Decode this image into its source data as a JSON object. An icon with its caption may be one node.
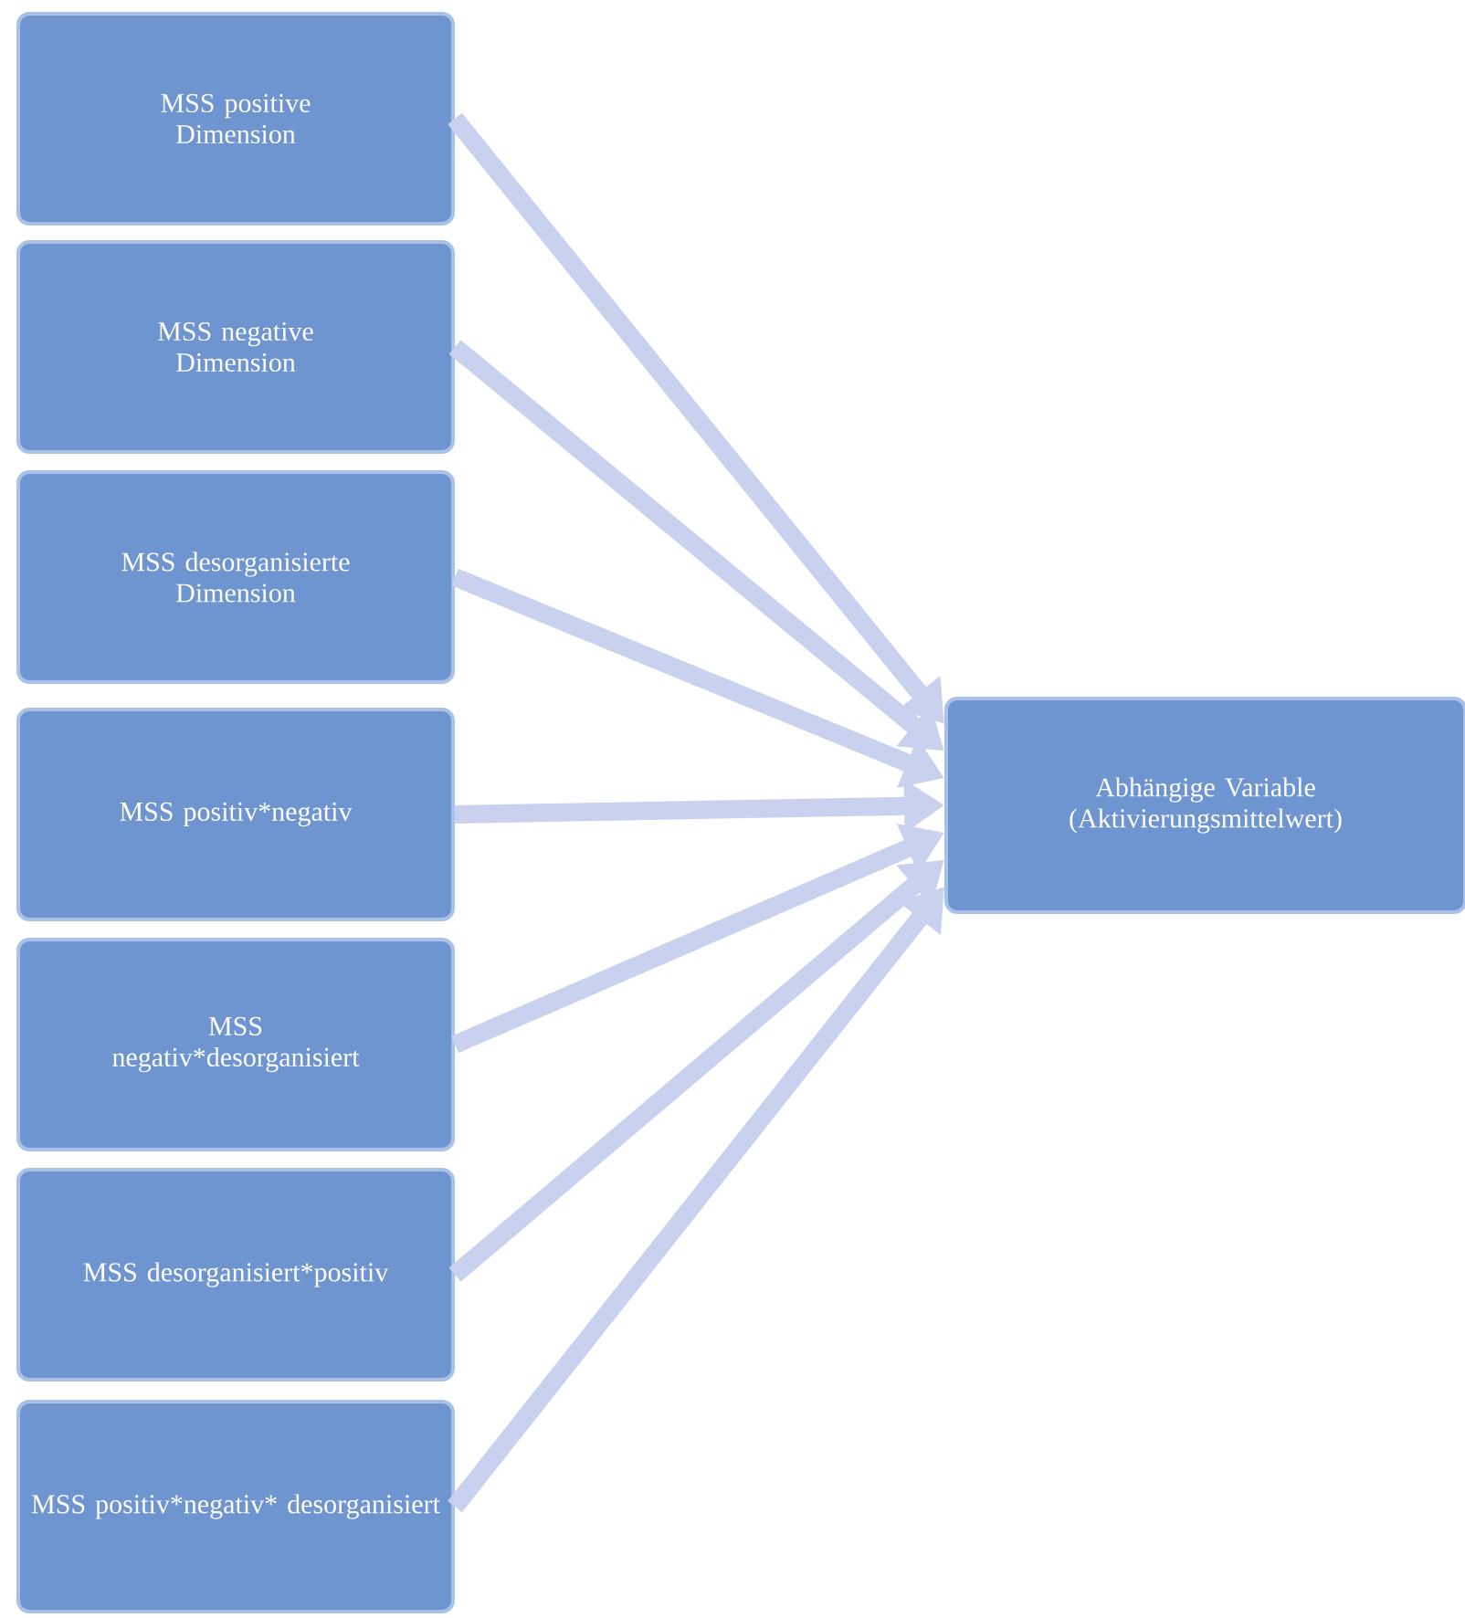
{
  "diagram": {
    "nodes": [
      {
        "text": [
          "MSS positive Dimension"
        ]
      },
      {
        "text": [
          "MSS negative Dimension"
        ]
      },
      {
        "text": [
          "MSS desorganisierte Dimension"
        ]
      },
      {
        "text": [
          "MSS positiv*negativ"
        ]
      },
      {
        "text": [
          "MSS negativ*desorganisiert"
        ]
      },
      {
        "text": [
          "MSS desorganisiert*positiv"
        ]
      },
      {
        "text": [
          "MSS positiv*negativ* desorganisiert"
        ]
      },
      {
        "text": [
          "Abhängige Variable (Aktivierungsmittelwert)"
        ]
      }
    ],
    "edges": [
      {
        "from": 0,
        "to": 7,
        "arrow": "to"
      },
      {
        "from": 1,
        "to": 7,
        "arrow": "to"
      },
      {
        "from": 2,
        "to": 7,
        "arrow": "to"
      },
      {
        "from": 3,
        "to": 7,
        "arrow": "to"
      },
      {
        "from": 4,
        "to": 7,
        "arrow": "to"
      },
      {
        "from": 5,
        "to": 7,
        "arrow": "to"
      },
      {
        "from": 6,
        "to": 7,
        "arrow": "to"
      }
    ]
  }
}
